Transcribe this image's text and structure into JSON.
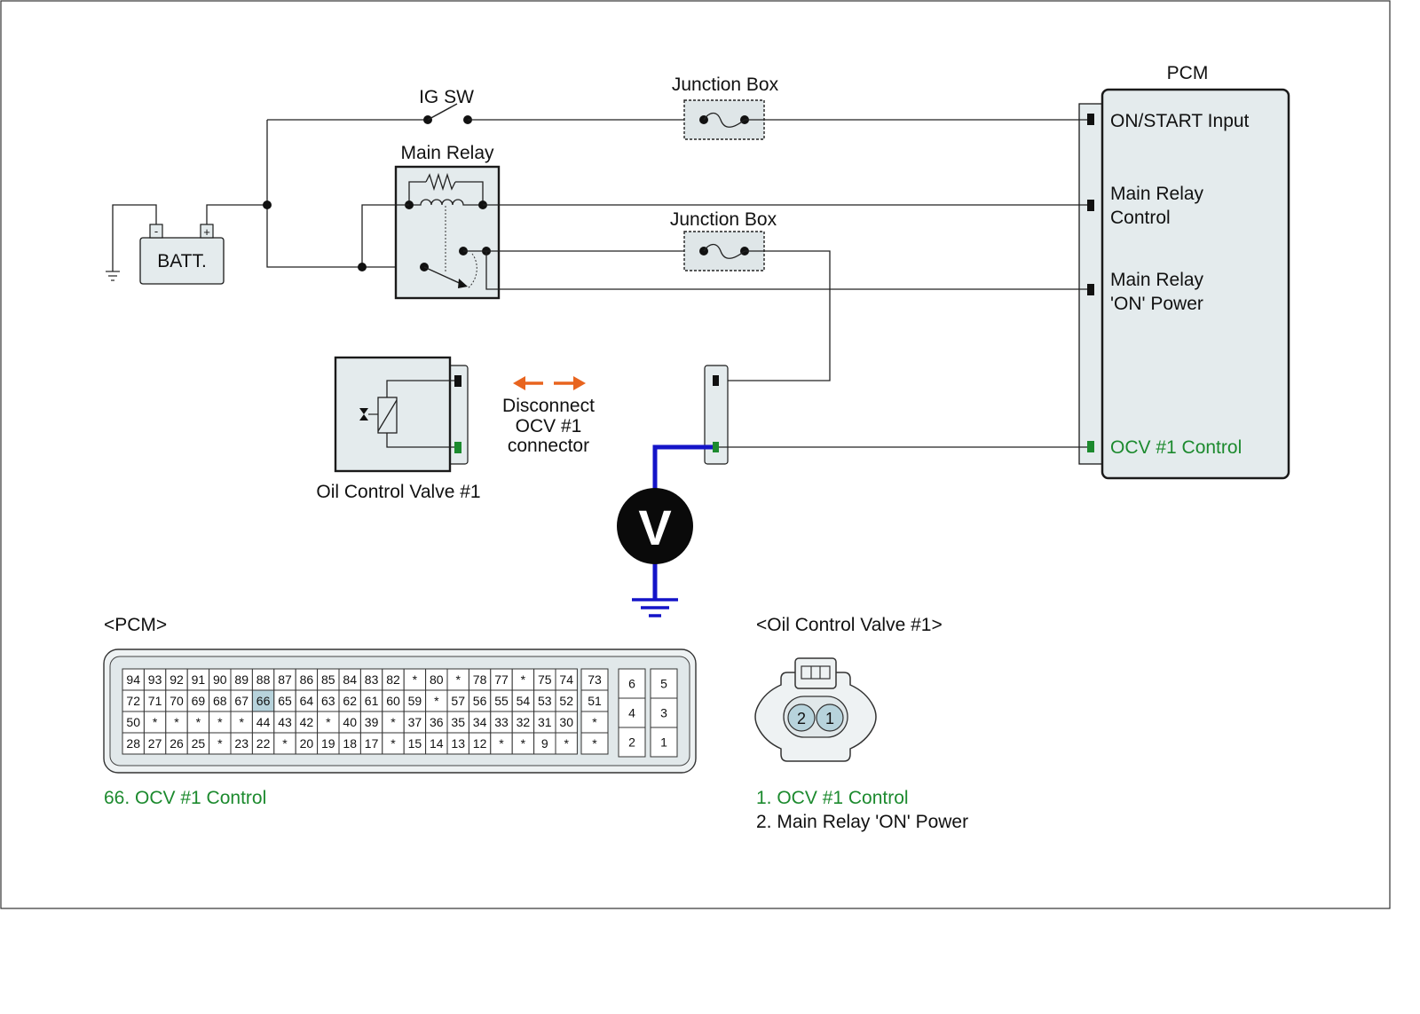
{
  "labels": {
    "ig_sw": "IG SW",
    "junction_box_1": "Junction Box",
    "junction_box_2": "Junction Box",
    "main_relay": "Main Relay",
    "battery": "BATT.",
    "batt_minus": "-",
    "batt_plus": "+",
    "pcm_title": "PCM",
    "pcm_on_start": "ON/START Input",
    "pcm_main_relay_control_1": "Main Relay",
    "pcm_main_relay_control_2": "Control",
    "pcm_main_relay_on_power_1": "Main Relay",
    "pcm_main_relay_on_power_2": "'ON' Power",
    "pcm_ocv_control": "OCV #1 Control",
    "disconnect_1": "Disconnect",
    "disconnect_2": "OCV #1",
    "disconnect_3": "connector",
    "ocv_name": "Oil Control Valve #1",
    "voltmeter": "V"
  },
  "pcm_connector": {
    "heading": "<PCM>",
    "highlight_pin": "66",
    "main_rows": [
      [
        "94",
        "93",
        "92",
        "91",
        "90",
        "89",
        "88",
        "87",
        "86",
        "85",
        "84",
        "83",
        "82",
        "*",
        "80",
        "*",
        "78",
        "77",
        "*",
        "75",
        "74"
      ],
      [
        "72",
        "71",
        "70",
        "69",
        "68",
        "67",
        "66",
        "65",
        "64",
        "63",
        "62",
        "61",
        "60",
        "59",
        "*",
        "57",
        "56",
        "55",
        "54",
        "53",
        "52"
      ],
      [
        "50",
        "*",
        "*",
        "*",
        "*",
        "*",
        "44",
        "43",
        "42",
        "*",
        "40",
        "39",
        "*",
        "37",
        "36",
        "35",
        "34",
        "33",
        "32",
        "31",
        "30"
      ],
      [
        "28",
        "27",
        "26",
        "25",
        "*",
        "23",
        "22",
        "*",
        "20",
        "19",
        "18",
        "17",
        "*",
        "15",
        "14",
        "13",
        "12",
        "*",
        "*",
        "9",
        "*"
      ]
    ],
    "side_column": [
      "73",
      "51",
      "*",
      "*"
    ],
    "block_pins": [
      "6",
      "5",
      "4",
      "3",
      "2",
      "1"
    ],
    "legend": "66. OCV #1 Control"
  },
  "ocv_connector": {
    "heading": "<Oil Control Valve #1>",
    "pins": [
      "2",
      "1"
    ],
    "legend_1": "1. OCV #1 Control",
    "legend_2": "2. Main Relay 'ON' Power"
  },
  "colors": {
    "signal_green": "#1c8a2e",
    "arrow_orange": "#e8641e",
    "probe_blue": "#1414c8",
    "highlight_pin": "#b7d3dc"
  }
}
